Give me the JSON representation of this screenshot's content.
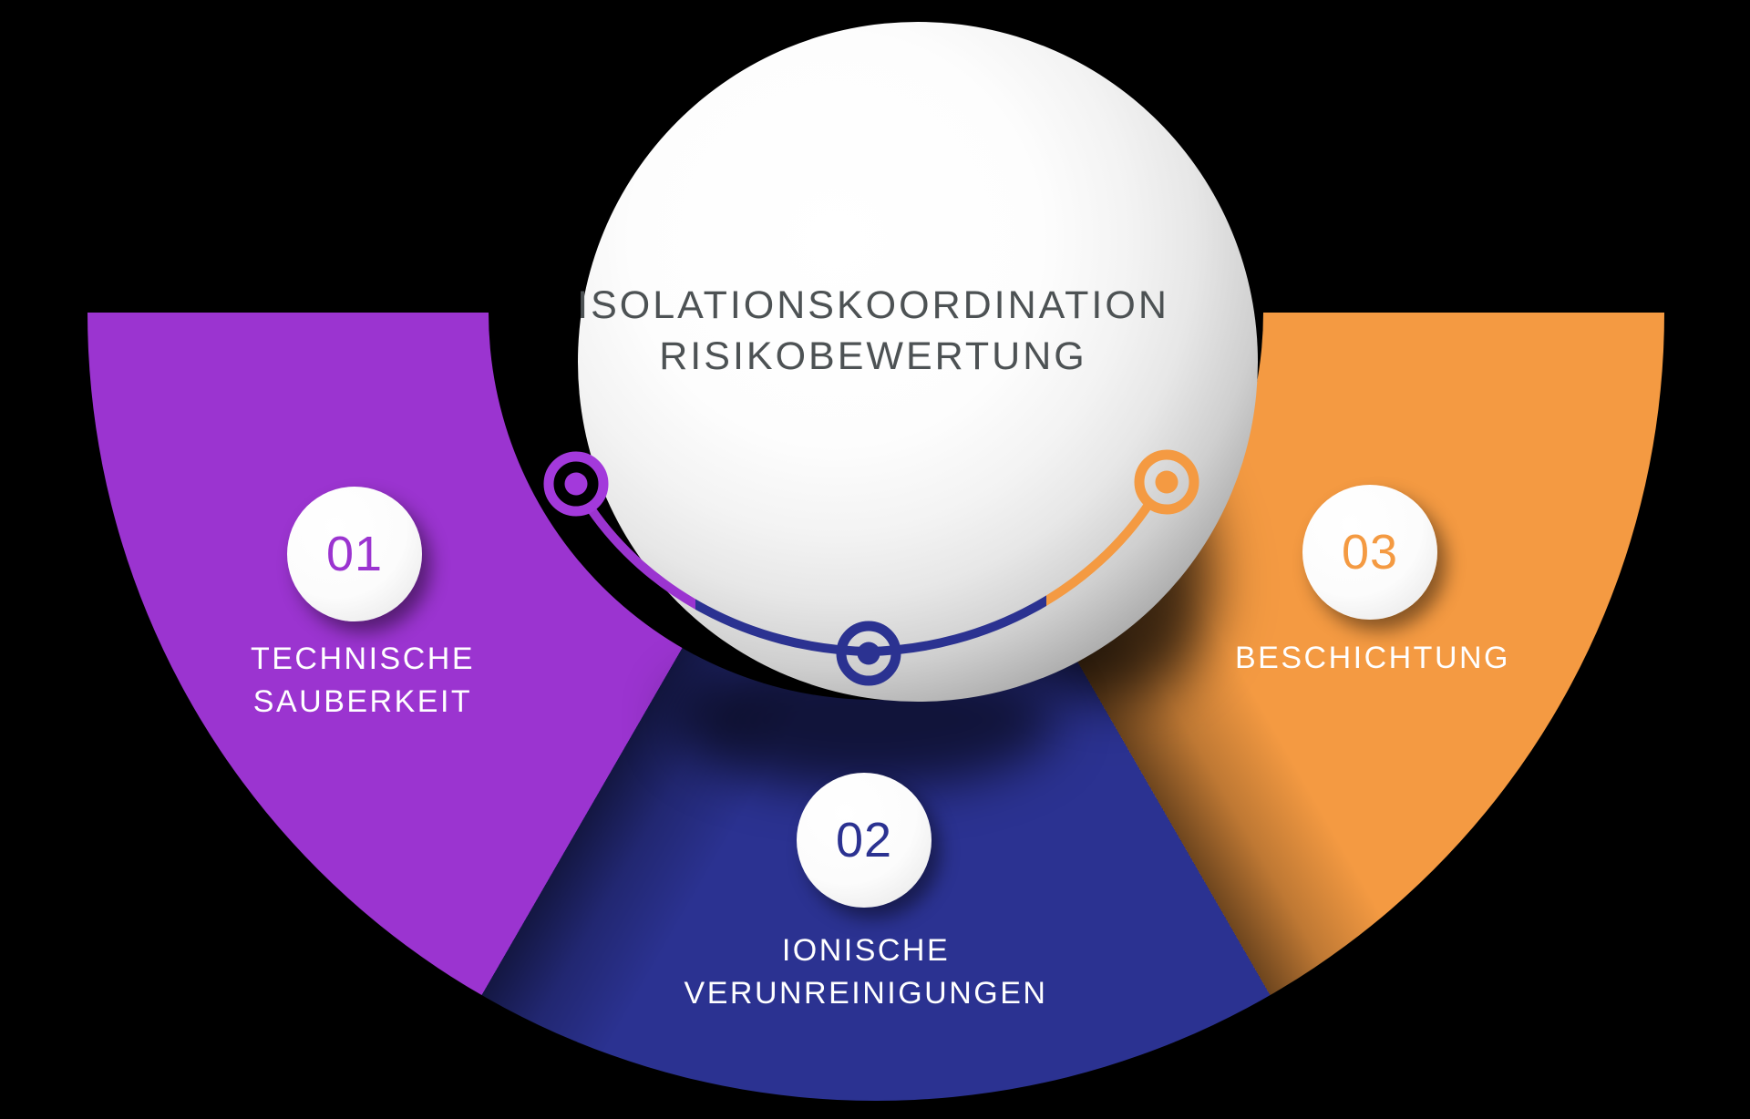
{
  "diagram": {
    "type": "process-infographic-semicircle",
    "background_color": "#000000",
    "hub": {
      "title_line1": "ISOLATIONSKOORDINATION",
      "title_line2": "RISIKOBEWERTUNG",
      "text_color": "#4d5254",
      "fill": "#ffffff"
    },
    "segments": [
      {
        "number": "01",
        "label_lines": [
          "TECHNISCHE",
          "SAUBERKEIT"
        ],
        "color": "#9b34d0",
        "position": "left"
      },
      {
        "number": "02",
        "label_lines": [
          "IONISCHE",
          "VERUNREINIGUNGEN"
        ],
        "color": "#2b3291",
        "position": "bottom-center"
      },
      {
        "number": "03",
        "label_lines": [
          "BESCHICHTUNG"
        ],
        "color": "#f49a42",
        "position": "right"
      }
    ],
    "connector": {
      "node_icons": [
        "circuit-node-purple",
        "circuit-node-navy",
        "circuit-node-orange"
      ],
      "arc_colors": [
        "#9b34d0",
        "#2b3291",
        "#f49a42"
      ]
    }
  }
}
